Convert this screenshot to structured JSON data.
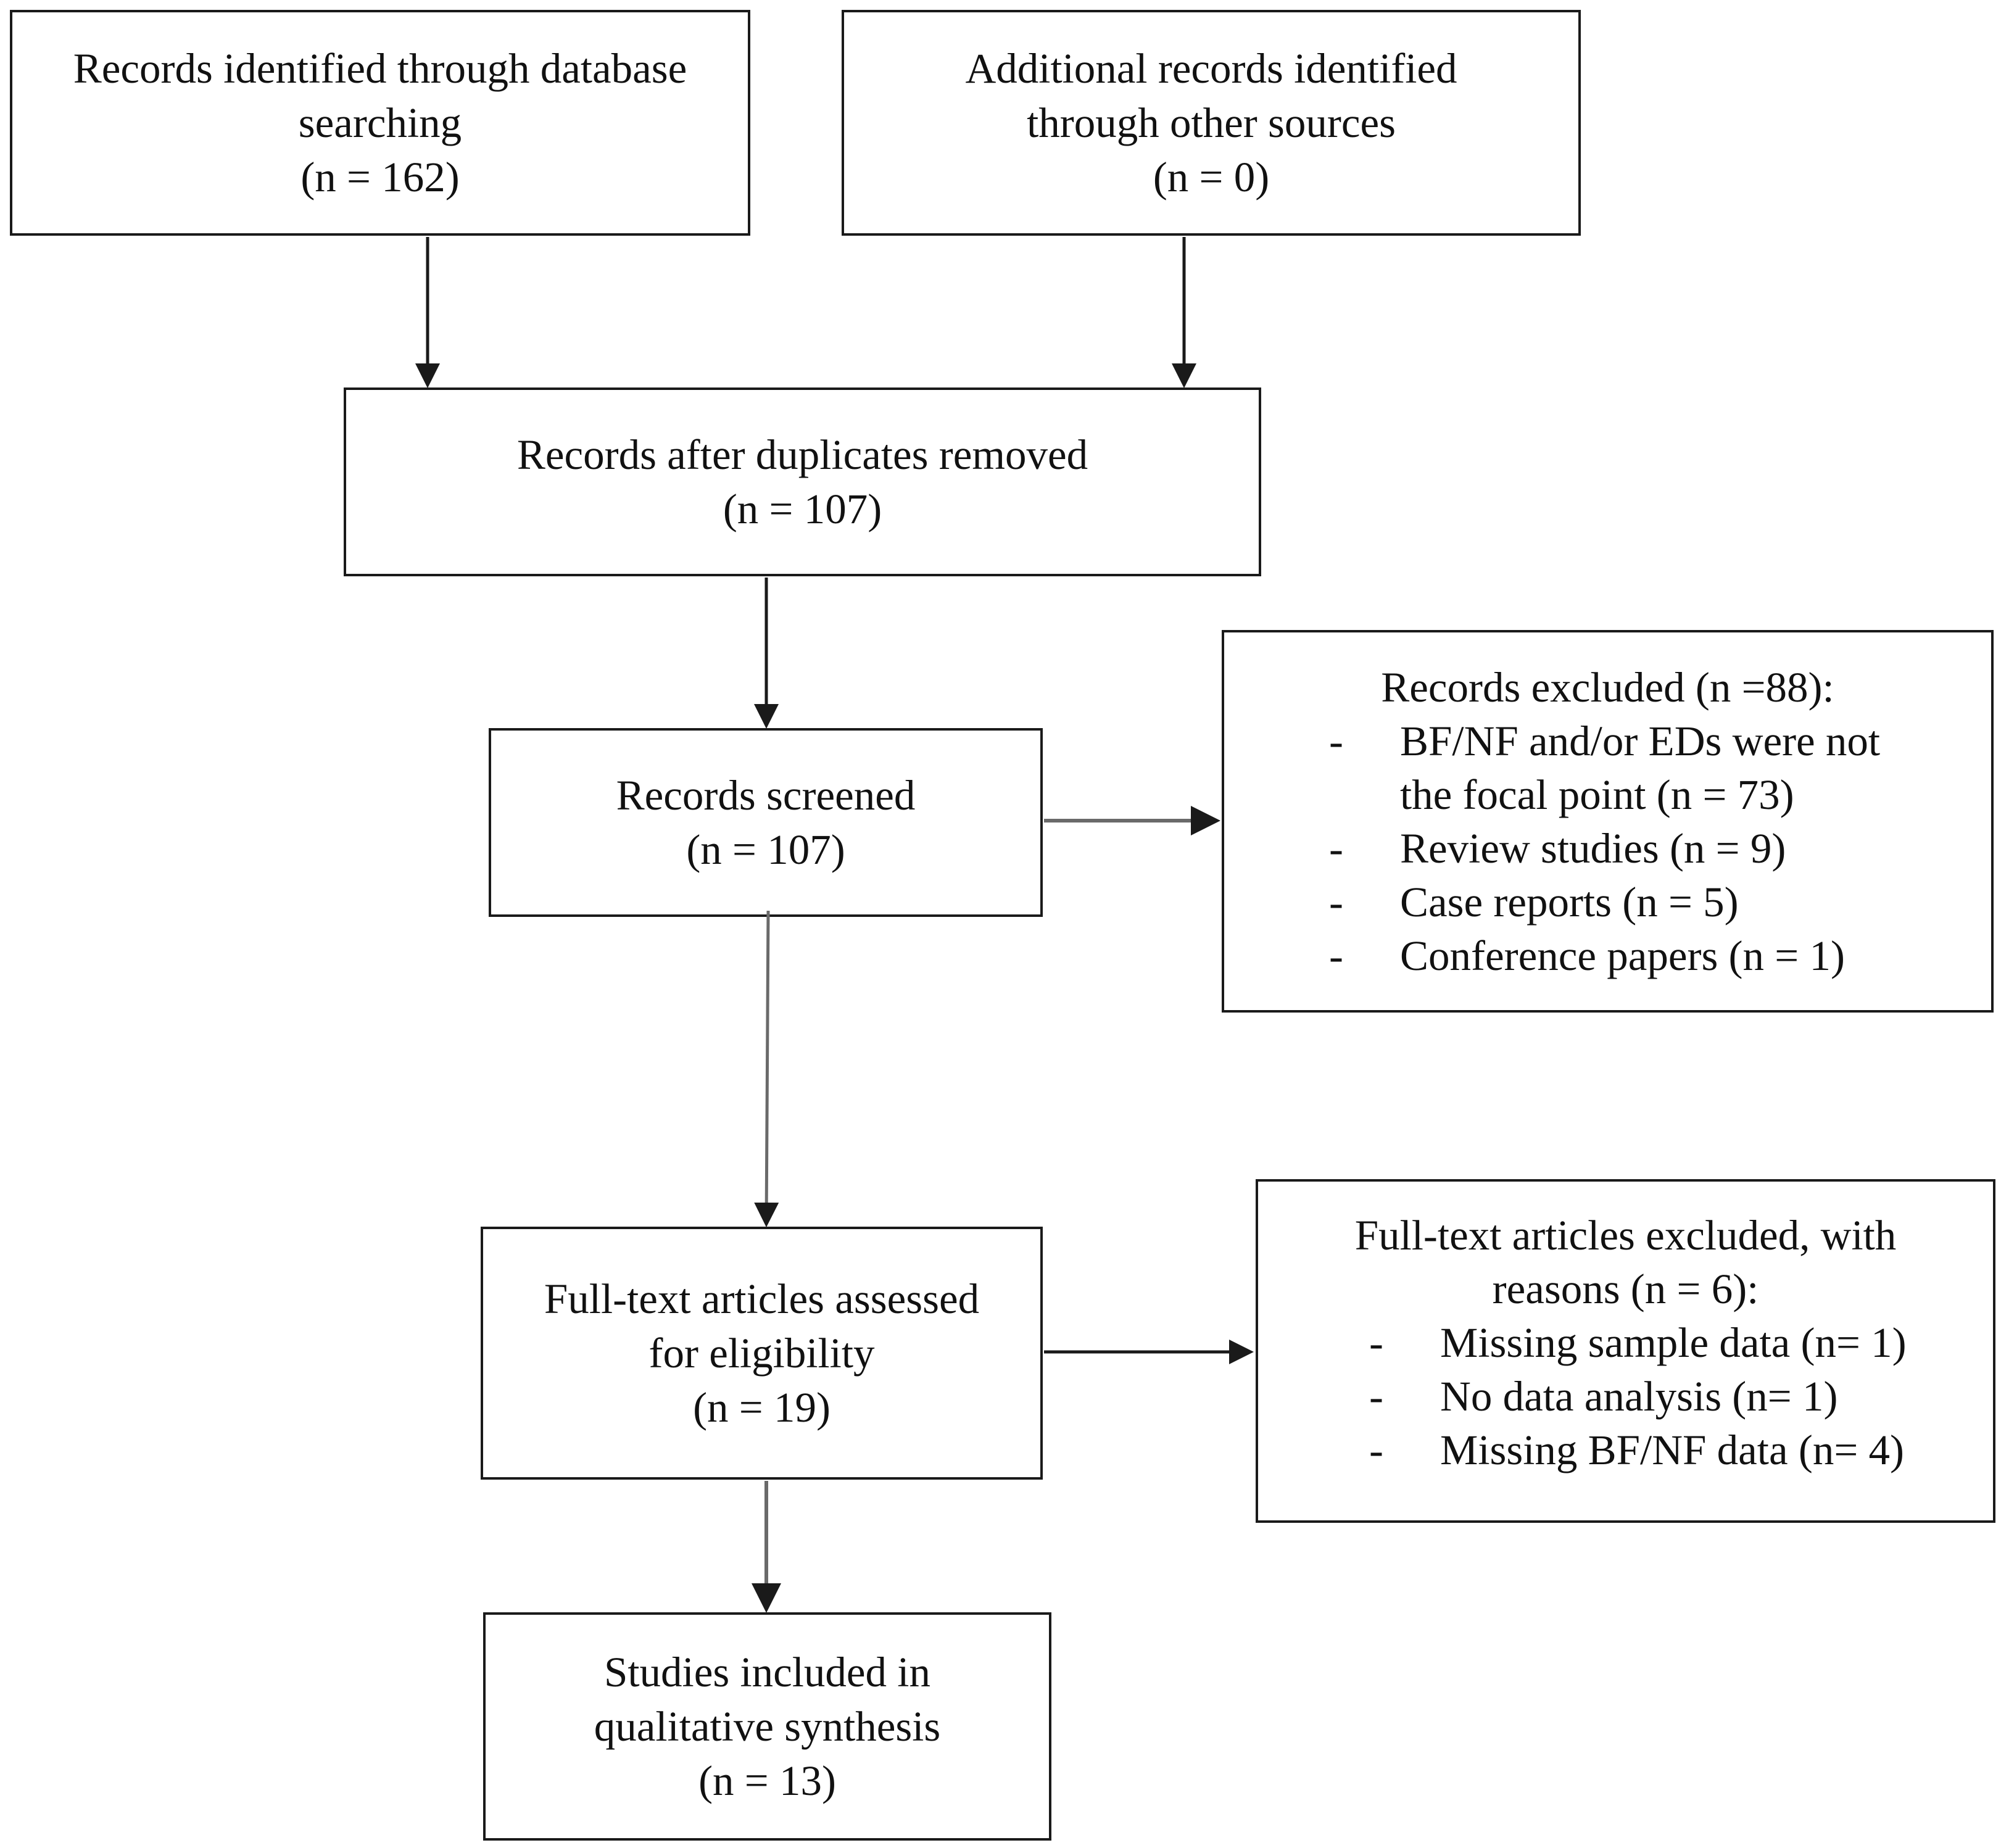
{
  "boxes": {
    "db_search": {
      "lines": [
        "Records identified through database",
        "searching",
        "(n = 162)"
      ]
    },
    "other_sources": {
      "lines": [
        "Additional records identified",
        "through other sources",
        "(n = 0)"
      ]
    },
    "after_duplicates": {
      "lines": [
        "Records after duplicates removed",
        "(n = 107)"
      ]
    },
    "screened": {
      "lines": [
        "Records screened",
        "(n = 107)"
      ]
    },
    "records_excluded": {
      "heading": "Records excluded (n =88):",
      "bullet": "-",
      "items": [
        {
          "lines": [
            "BF/NF and/or EDs were not",
            "the focal point (n = 73)"
          ]
        },
        {
          "lines": [
            "Review studies (n = 9)"
          ]
        },
        {
          "lines": [
            "Case reports (n = 5)"
          ]
        },
        {
          "lines": [
            "Conference papers (n = 1)"
          ]
        }
      ]
    },
    "full_text": {
      "lines": [
        "Full-text articles assessed",
        "for eligibility",
        "(n = 19)"
      ]
    },
    "full_text_excluded": {
      "heading_lines": [
        "Full-text articles excluded, with",
        "reasons (n = 6):"
      ],
      "bullet": "-",
      "items": [
        {
          "lines": [
            "Missing sample data (n= 1)"
          ]
        },
        {
          "lines": [
            "No data analysis (n= 1)"
          ]
        },
        {
          "lines": [
            "Missing BF/NF data (n= 4)"
          ]
        }
      ]
    },
    "included": {
      "lines": [
        "Studies included in",
        "qualitative synthesis",
        "(n = 13)"
      ]
    }
  },
  "colors": {
    "stroke": "#1a1a1a",
    "arrow_gray": "#6a6a6a",
    "background": "#ffffff"
  }
}
